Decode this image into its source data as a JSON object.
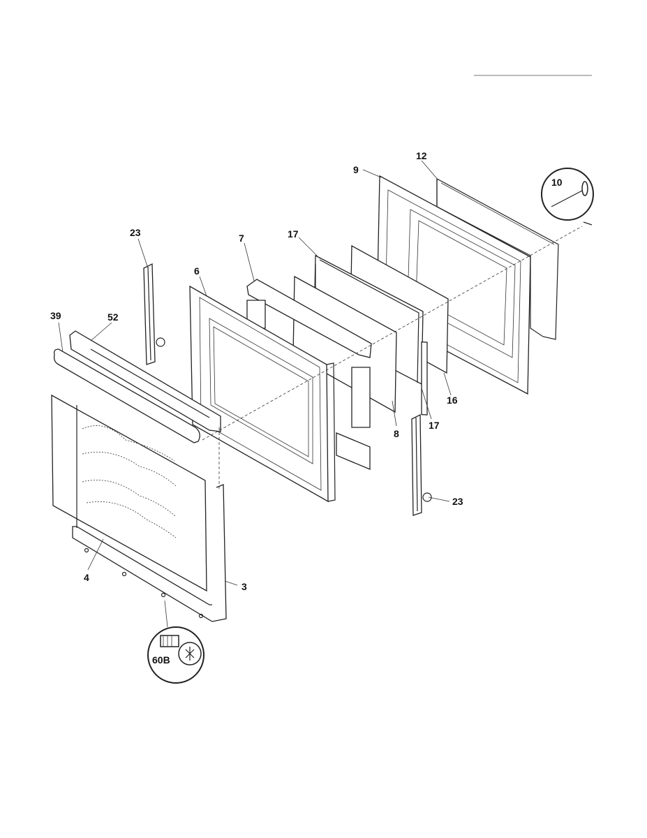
{
  "diagram": {
    "callouts": {
      "c3": "3",
      "c4": "4",
      "c6": "6",
      "c7": "7",
      "c8": "8",
      "c9": "9",
      "c10": "10",
      "c12": "12",
      "c16": "16",
      "c17_top": "17",
      "c17_bottom": "17",
      "c23_left": "23",
      "c23_right": "23",
      "c39": "39",
      "c52": "52",
      "c60b": "60B"
    }
  }
}
